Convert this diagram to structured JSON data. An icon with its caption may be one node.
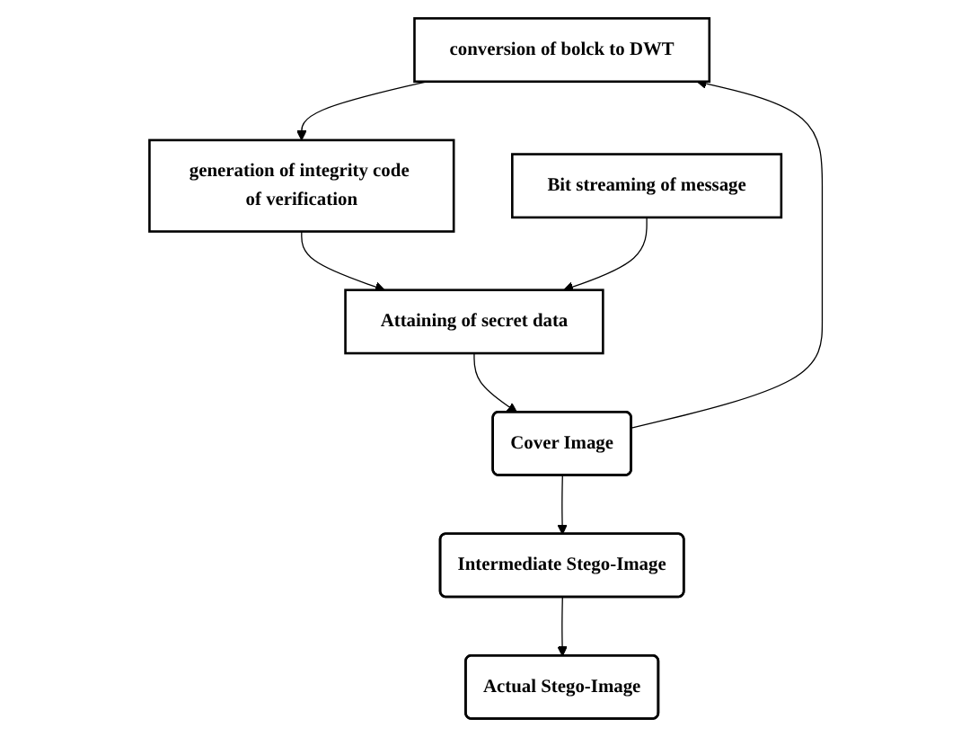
{
  "diagram": {
    "nodes": [
      {
        "text": [
          "conversion of bolck to DWT"
        ]
      },
      {
        "text": [
          "generation of integrity code of verification"
        ]
      },
      {
        "text": [
          "Bit streaming of message"
        ]
      },
      {
        "text": [
          "Cover Image"
        ]
      },
      {
        "text": [
          "Attaining of secret data"
        ]
      },
      {
        "text": [
          "Intermediate Stego-Image"
        ]
      },
      {
        "text": [
          "Actual Stego-Image"
        ]
      }
    ],
    "edges": [
      {
        "from": 3,
        "to": 0,
        "arrow": "to"
      },
      {
        "from": 0,
        "to": 1,
        "arrow": "to"
      },
      {
        "from": 1,
        "to": 4,
        "arrow": "to"
      },
      {
        "from": 2,
        "to": 4,
        "arrow": "to"
      },
      {
        "from": 4,
        "to": 3,
        "arrow": "to"
      },
      {
        "from": 3,
        "to": 5,
        "arrow": "to"
      },
      {
        "from": 5,
        "to": 6,
        "arrow": "to"
      }
    ]
  }
}
